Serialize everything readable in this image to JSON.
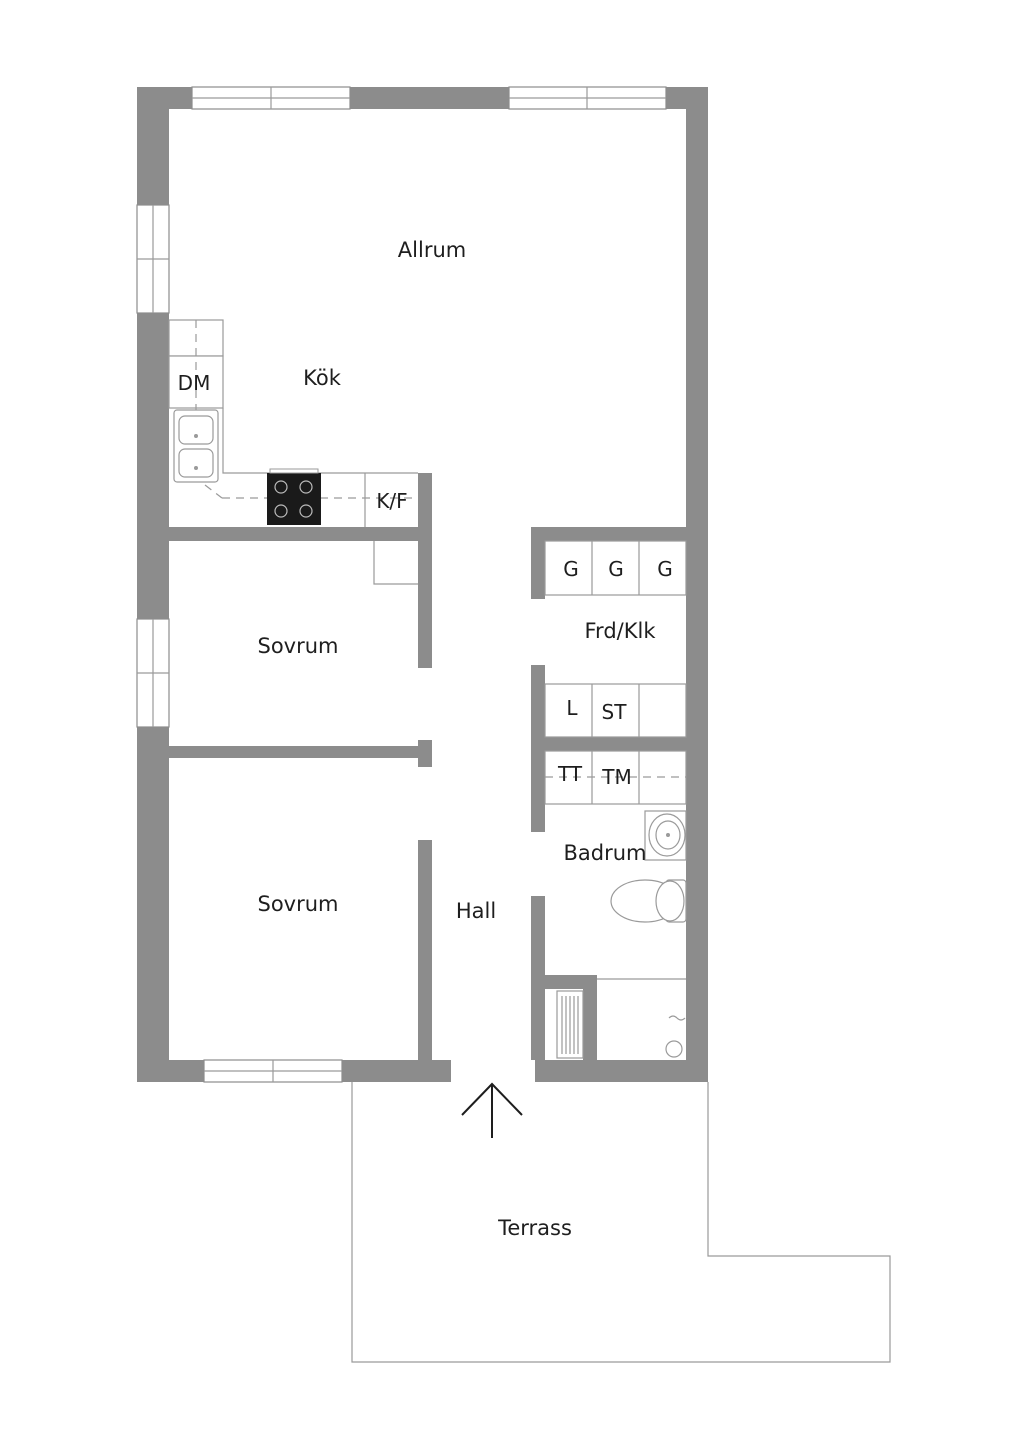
{
  "rooms": {
    "allrum": "Allrum",
    "kok": "Kök",
    "sovrum_1": "Sovrum",
    "sovrum_2": "Sovrum",
    "hall": "Hall",
    "frd_klk": "Frd/Klk",
    "badrum": "Badrum",
    "terrass": "Terrass"
  },
  "fixtures": {
    "dishwasher": "DM",
    "fridge_freezer": "K/F",
    "wardrobe_1": "G",
    "wardrobe_2": "G",
    "wardrobe_3": "G",
    "linen": "L",
    "cleaning": "ST",
    "dryer": "TT",
    "washer": "TM"
  },
  "colors": {
    "wall": "#8c8c8c",
    "line": "#9a9a9a",
    "text": "#1e1e1e",
    "stove": "#1a1a1a"
  }
}
